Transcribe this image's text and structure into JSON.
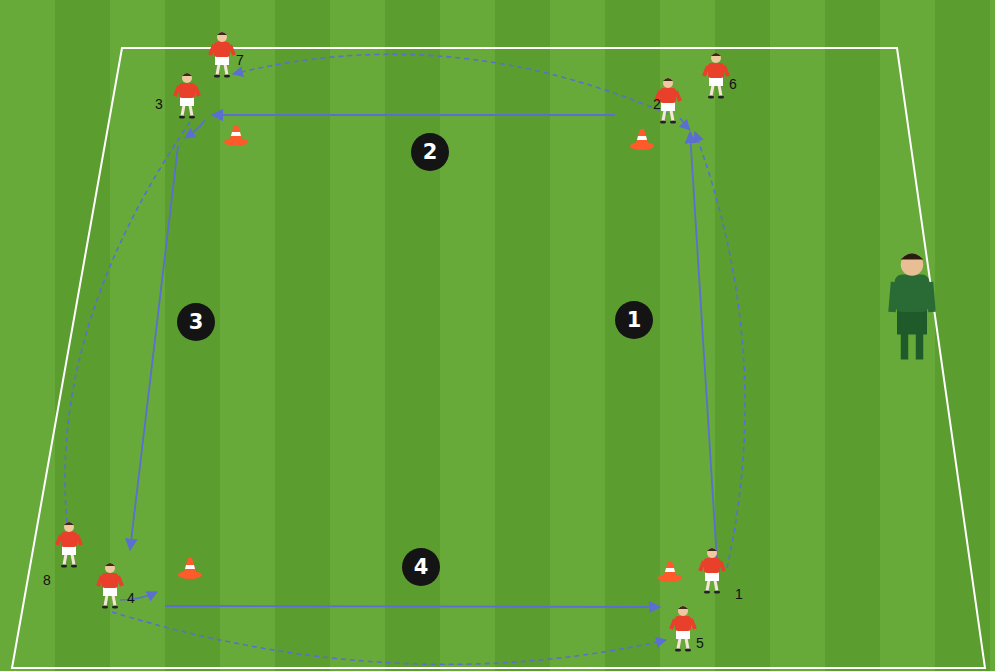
{
  "diagram": {
    "nodes": [
      {
        "text": [
          "2"
        ]
      },
      {
        "text": [
          "3"
        ]
      },
      {
        "text": [
          "1"
        ]
      },
      {
        "text": [
          "4"
        ]
      }
    ],
    "labels": [
      "7",
      "6",
      "3",
      "2",
      "8",
      "4",
      "1",
      "5"
    ]
  }
}
